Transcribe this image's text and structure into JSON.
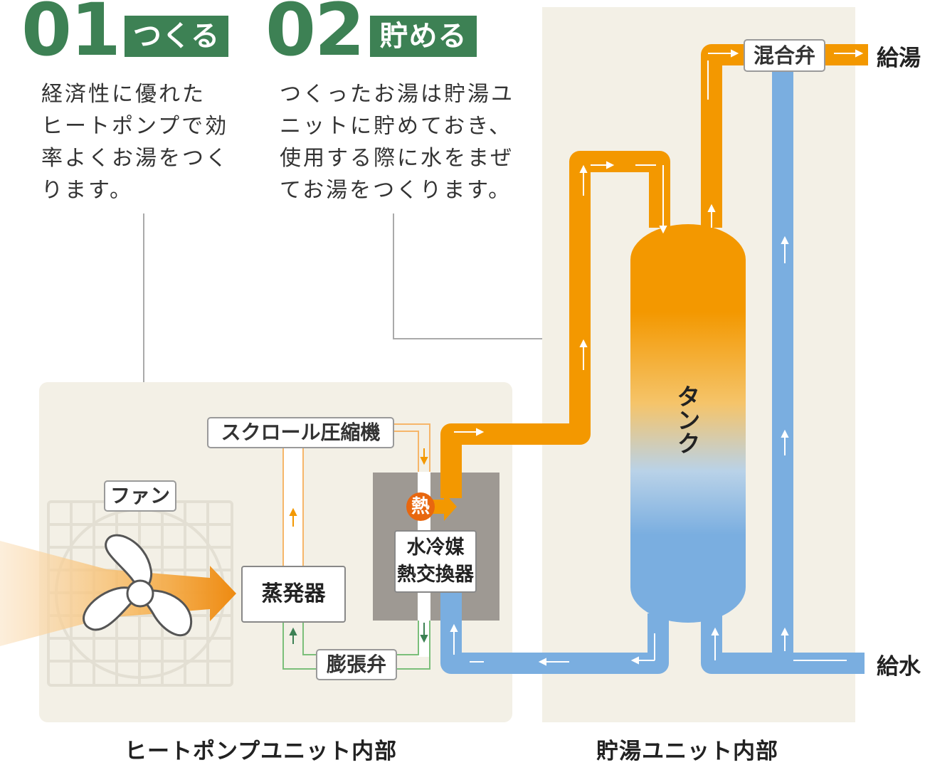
{
  "steps": [
    {
      "number": "01",
      "title": "つくる",
      "lines": [
        "経済性に優れた",
        "ヒートポンプで効",
        "率よくお湯をつく",
        "ります。"
      ]
    },
    {
      "number": "02",
      "title": "貯める",
      "lines": [
        "つくったお湯は貯湯ユ",
        "ニットに貯めておき、",
        "使用する際に水をまぜ",
        "てお湯をつくります。"
      ]
    }
  ],
  "components": {
    "compressor": "スクロール圧縮機",
    "fan": "ファン",
    "evaporator": "蒸発器",
    "expansion_valve": "膨張弁",
    "heat_exchanger_line1": "水冷媒",
    "heat_exchanger_line2": "熱交換器",
    "heat_badge": "熱",
    "tank": "タンク",
    "mixing_valve": "混合弁"
  },
  "outputs": {
    "hot_water_supply": "給湯",
    "water_supply": "給水"
  },
  "sections": {
    "heat_pump_unit": "ヒートポンプユニット内部",
    "storage_unit": "貯湯ユニット内部"
  },
  "colors": {
    "accent_green": "#3d8154",
    "hot_pipe": "#f39800",
    "cold_pipe": "#7aaee0",
    "refrigerant_line": "#f6b66a",
    "refrigerant_return": "#7bbf7a",
    "panel_bg": "#f3f0e6"
  }
}
